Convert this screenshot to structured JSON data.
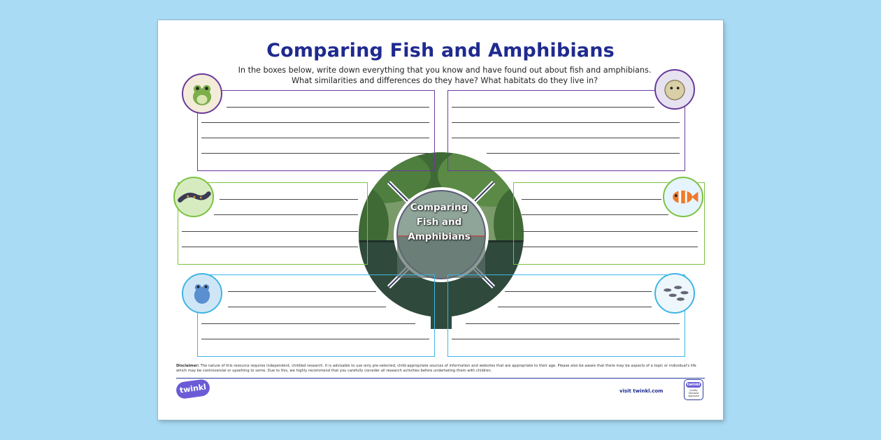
{
  "page": {
    "title": "Comparing Fish and Amphibians",
    "intro_line1": "In the boxes below, write down everything that you know and have found out about fish and amphibians.",
    "intro_line2": "What similarities and differences do they have? What habitats do they live in?",
    "center_line1": "Comparing",
    "center_line2": "Fish and",
    "center_line3": "Amphibians"
  },
  "boxes": [
    {
      "name": "purple",
      "color": "#6a3a9c",
      "icon": "frog-icon"
    },
    {
      "name": "purple-right",
      "color": "#6a3a9c",
      "icon": "pufferfish-icon"
    },
    {
      "name": "green-left",
      "color": "#7cc242",
      "icon": "newt-icon"
    },
    {
      "name": "green-right",
      "color": "#7cc242",
      "icon": "clownfish-icon"
    },
    {
      "name": "blue-left",
      "color": "#3fb6e3",
      "icon": "blue-frog-icon"
    },
    {
      "name": "blue-right",
      "color": "#3fb6e3",
      "icon": "fish-school-icon"
    }
  ],
  "footer": {
    "disclaimer_label": "Disclaimer:",
    "disclaimer_text": " The nature of this resource requires independent, childled research. It is advisable to use only pre-selected, child-appropriate sources of information and websites that are appropriate to their age. Please also be aware that there may be aspects of a topic or individual's life which may be controversial or upsetting to some. Due to this, we highly recommend that you carefully consider all research activities before undertaking them with children.",
    "logo_text": "twinkl",
    "visit_text": "visit twinkl.com",
    "badge_line1": "twinkl",
    "badge_line2": "Quality Standard Approved"
  }
}
